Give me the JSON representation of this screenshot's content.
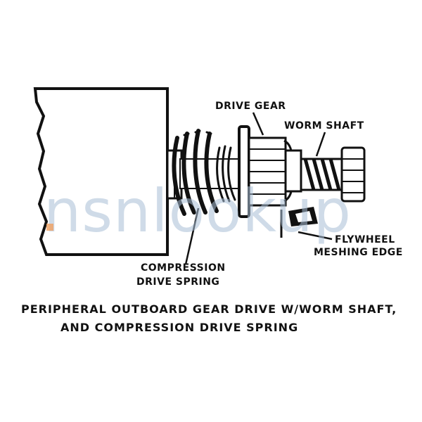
{
  "labels": {
    "drive_gear": "DRIVE GEAR",
    "worm_shaft": "WORM SHAFT",
    "flywheel_line1": "FLYWHEEL",
    "flywheel_line2": "MESHING EDGE",
    "spring_line1": "COMPRESSION",
    "spring_line2": "DRIVE SPRING"
  },
  "caption": {
    "line1": "PERIPHERAL OUTBOARD GEAR DRIVE W/WORM SHAFT,",
    "line2": "AND COMPRESSION DRIVE SPRING"
  },
  "watermark": {
    "text": "nsnlookup"
  },
  "colors": {
    "ink": "#111111",
    "watermark": "#a9bfd6",
    "watermark_accent": "#f0a060"
  }
}
